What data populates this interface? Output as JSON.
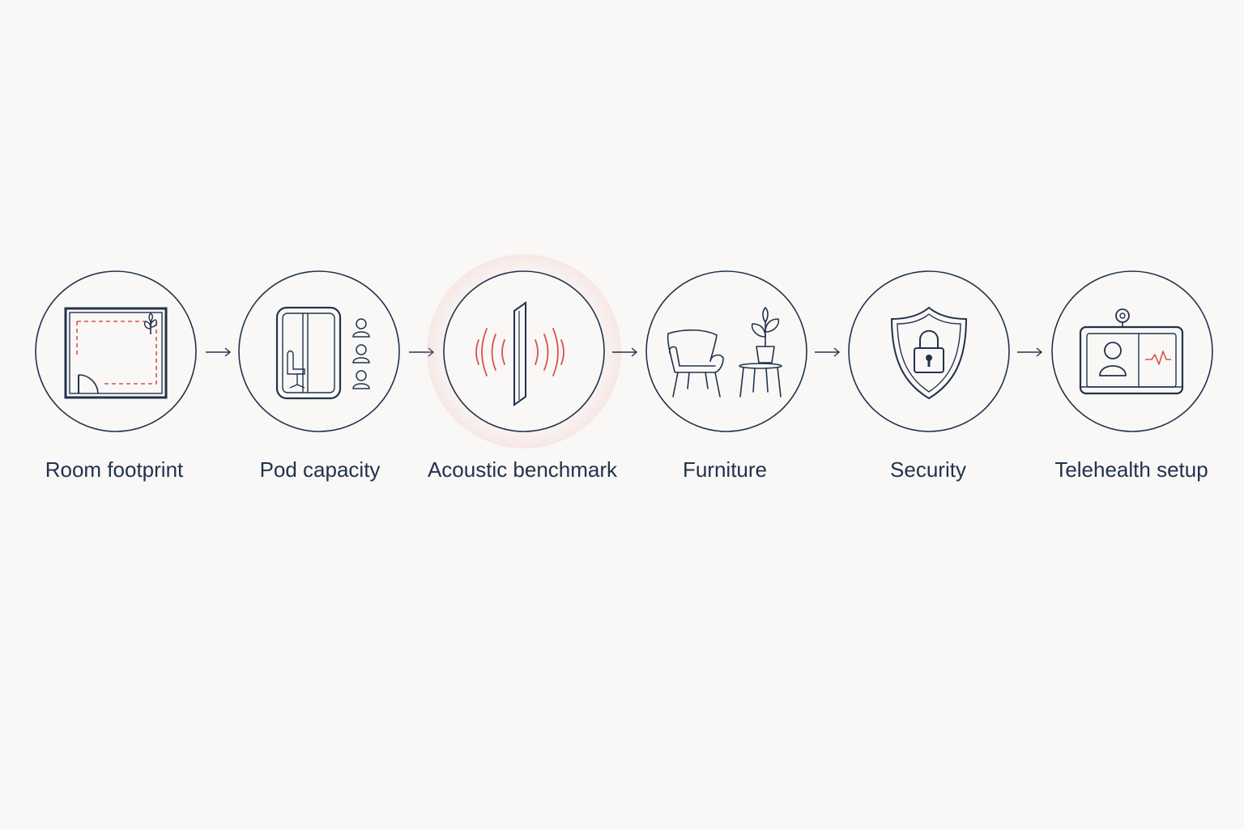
{
  "steps": [
    {
      "label": "Room footprint",
      "icon": "floor-plan-icon"
    },
    {
      "label": "Pod capacity",
      "icon": "booth-capacity-icon"
    },
    {
      "label": "Acoustic benchmark",
      "icon": "sound-panel-icon"
    },
    {
      "label": "Furniture",
      "icon": "chair-table-icon"
    },
    {
      "label": "Security",
      "icon": "shield-lock-icon"
    },
    {
      "label": "Telehealth setup",
      "icon": "video-call-monitor-icon"
    }
  ],
  "colors": {
    "background": "#f9f8f6",
    "stroke": "#22324d",
    "accent": "#d9514e"
  }
}
